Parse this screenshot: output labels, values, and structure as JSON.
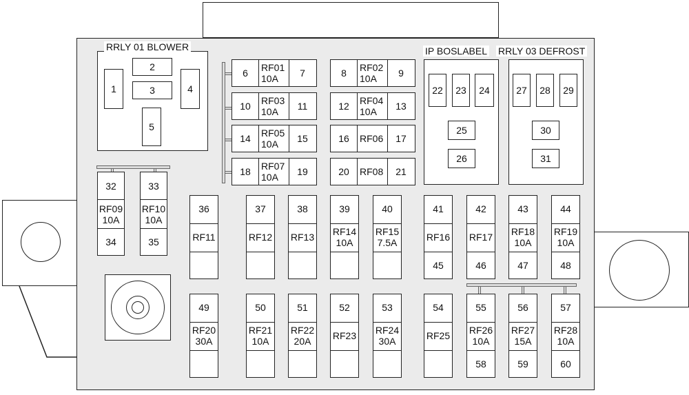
{
  "labels": {
    "blower": "RRLY 01 BLOWER",
    "ip_boslabel": "IP BOSLABEL",
    "defrost": "RRLY 03 DEFROST"
  },
  "blower_terminals": [
    "1",
    "2",
    "3",
    "4",
    "5"
  ],
  "small_fuses": [
    {
      "l": "6",
      "f": "RF01\n10A",
      "r": "7"
    },
    {
      "l": "8",
      "f": "RF02\n10A",
      "r": "9"
    },
    {
      "l": "10",
      "f": "RF03\n10A",
      "r": "11"
    },
    {
      "l": "12",
      "f": "RF04\n10A",
      "r": "13"
    },
    {
      "l": "14",
      "f": "RF05\n10A",
      "r": "15"
    },
    {
      "l": "16",
      "f": "RF06",
      "r": "17"
    },
    {
      "l": "18",
      "f": "RF07\n10A",
      "r": "19"
    },
    {
      "l": "20",
      "f": "RF08",
      "r": "21"
    }
  ],
  "relay_ip": [
    "22",
    "23",
    "24",
    "25",
    "26"
  ],
  "relay_defrost": [
    "27",
    "28",
    "29",
    "30",
    "31"
  ],
  "vertical_fuses": [
    {
      "t": "32",
      "f": "RF09\n10A",
      "b": "34"
    },
    {
      "t": "33",
      "f": "RF10\n10A",
      "b": "35"
    }
  ],
  "row1_fuses": [
    {
      "t": "36",
      "f": "RF11",
      "b": ""
    },
    {
      "t": "37",
      "f": "RF12",
      "b": ""
    },
    {
      "t": "38",
      "f": "RF13",
      "b": ""
    },
    {
      "t": "39",
      "f": "RF14\n10A",
      "b": ""
    },
    {
      "t": "40",
      "f": "RF15\n7.5A",
      "b": ""
    },
    {
      "t": "41",
      "f": "RF16",
      "b": "45"
    },
    {
      "t": "42",
      "f": "RF17",
      "b": "46"
    },
    {
      "t": "43",
      "f": "RF18\n10A",
      "b": "47"
    },
    {
      "t": "44",
      "f": "RF19\n10A",
      "b": "48"
    }
  ],
  "row2_fuses": [
    {
      "t": "49",
      "f": "RF20\n30A",
      "b": ""
    },
    {
      "t": "50",
      "f": "RF21\n10A",
      "b": ""
    },
    {
      "t": "51",
      "f": "RF22\n20A",
      "b": ""
    },
    {
      "t": "52",
      "f": "RF23",
      "b": ""
    },
    {
      "t": "53",
      "f": "RF24\n30A",
      "b": ""
    },
    {
      "t": "54",
      "f": "RF25",
      "b": ""
    },
    {
      "t": "55",
      "f": "RF26\n10A",
      "b": "58"
    },
    {
      "t": "56",
      "f": "RF27\n15A",
      "b": "59"
    },
    {
      "t": "57",
      "f": "RF28\n10A",
      "b": "60"
    }
  ]
}
